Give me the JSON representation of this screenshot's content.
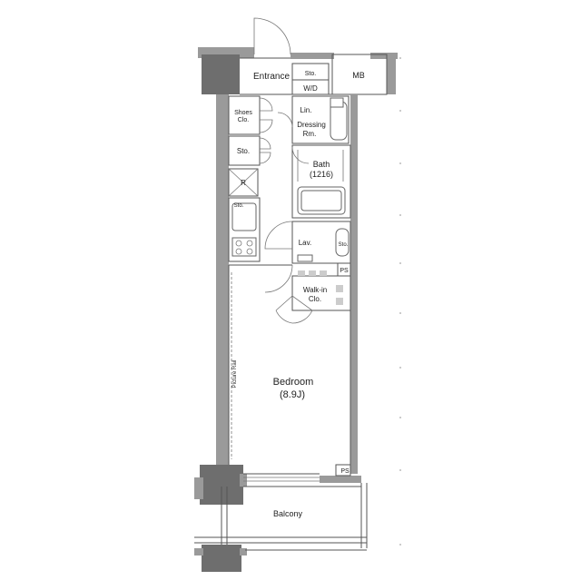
{
  "rooms": {
    "entrance": "Entrance",
    "mb": "MB",
    "sto_top": "Sto.",
    "wd": "W/D",
    "lin": "Lin.",
    "dressing_line1": "Dressing",
    "dressing_line2": "Rm.",
    "shoes_line1": "Shoes",
    "shoes_line2": "Clo.",
    "sto_left": "Sto.",
    "bath_line1": "Bath",
    "bath_line2": "(1216)",
    "fridge": "R",
    "sto_kitchen": "Sto.",
    "lav": "Lav.",
    "sto_lav": "Sto.",
    "ps_top": "PS",
    "walkin_line1": "Walk-in",
    "walkin_line2": "Clo.",
    "picture_rail": "Picture Rail",
    "bedroom_line1": "Bedroom",
    "bedroom_line2": "(8.9J)",
    "ps_bottom": "PS",
    "balcony": "Balcony"
  }
}
